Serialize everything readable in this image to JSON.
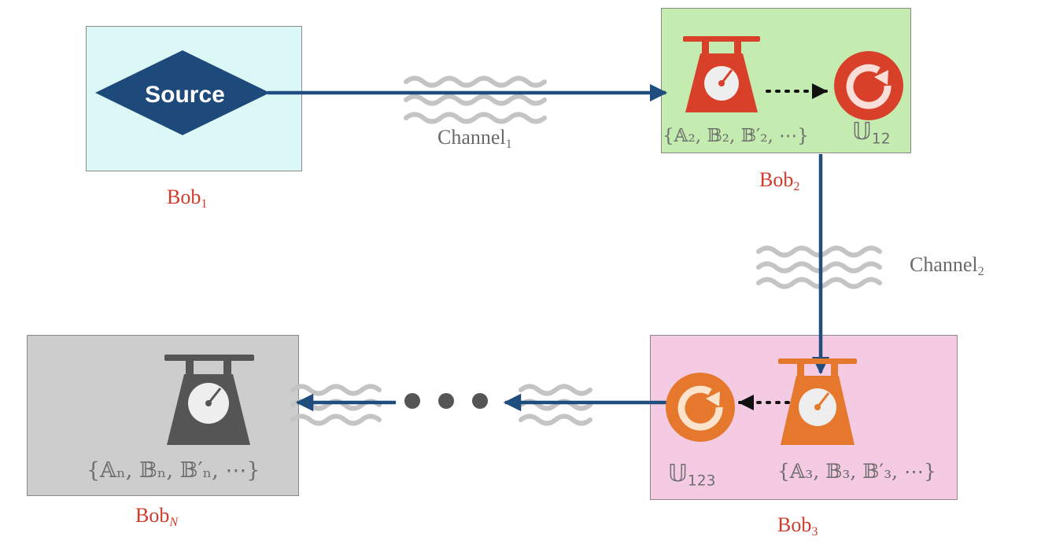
{
  "source_label": "Source",
  "bob1": {
    "name": "Bob",
    "sub": "1"
  },
  "bob2": {
    "name": "Bob",
    "sub": "2",
    "measurements": "{𝔸₂, 𝔹₂, 𝔹′₂, ⋯}",
    "unitary": "𝕌",
    "unitary_sub": "12"
  },
  "bob3": {
    "name": "Bob",
    "sub": "3",
    "measurements": "{𝔸₃, 𝔹₃, 𝔹′₃, ⋯}",
    "unitary": "𝕌",
    "unitary_sub": "123"
  },
  "bobN": {
    "name": "Bob",
    "sub": "N",
    "measurements": "{𝔸ₙ, 𝔹ₙ, 𝔹′ₙ, ⋯}"
  },
  "channel1": {
    "name": "Channel",
    "sub": "1"
  },
  "channel2": {
    "name": "Channel",
    "sub": "2"
  },
  "colors": {
    "arrow": "#1f4e7e",
    "scale_red": "#d9402a",
    "scale_orange": "#e5782c",
    "scale_dark": "#555555",
    "bob1_box": "#dbf8f6",
    "bob2_box": "#c4ecb0",
    "bob3_box": "#f5cbe4",
    "bobN_box": "#cdcdcd",
    "label_red": "#d03c2c"
  }
}
